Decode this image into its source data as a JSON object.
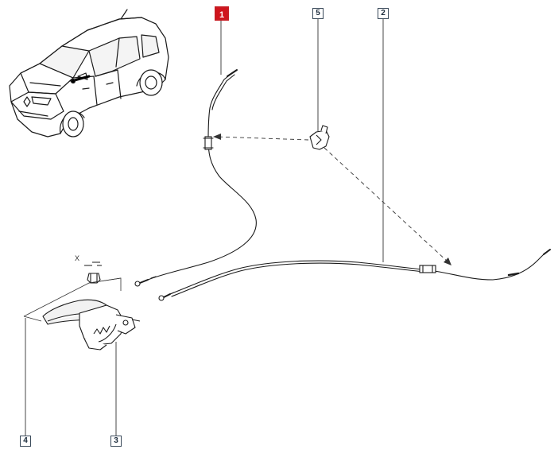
{
  "diagram": {
    "callouts": [
      {
        "id": "1",
        "label": "1",
        "state": "highlighted",
        "accent": "#d0141c"
      },
      {
        "id": "2",
        "label": "2",
        "state": "normal"
      },
      {
        "id": "3",
        "label": "3",
        "state": "normal"
      },
      {
        "id": "4",
        "label": "4",
        "state": "normal"
      },
      {
        "id": "5",
        "label": "5",
        "state": "normal"
      }
    ],
    "axis_marker": "X",
    "icons": {
      "vehicle": "car-location-icon",
      "handbrake": "parking-brake-lever-icon",
      "clip": "cable-clip-icon",
      "nut": "nut-icon"
    },
    "colors": {
      "line": "#1a1a1a",
      "highlight": "#d0141c",
      "callout_border": "#3a4a5a"
    }
  }
}
